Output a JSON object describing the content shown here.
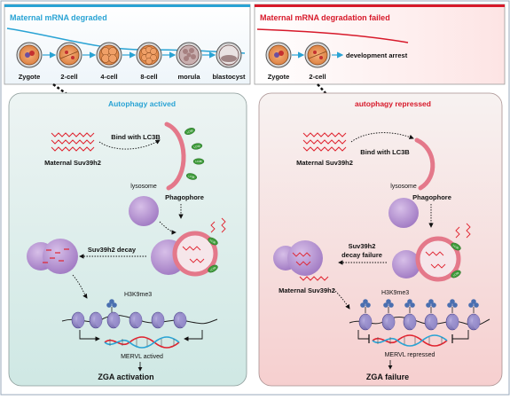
{
  "left_panel": {
    "header": "Maternal mRNA degraded",
    "stages": [
      "Zygote",
      "2-cell",
      "4-cell",
      "8-cell",
      "morula",
      "blastocyst"
    ],
    "box_title": "Autophagy actived",
    "rna_label": "Maternal Suv39h2",
    "bind_label": "Bind with LC3B",
    "lysosome_label": "lysosome",
    "phagophore_label": "Phagophore",
    "decay_label": "Suv39h2 decay",
    "h3k9_label": "H3K9me3",
    "merv_label": "MERVL actived",
    "result_label": "ZGA activation"
  },
  "right_panel": {
    "header": "Maternal mRNA degradation failed",
    "stages": [
      "Zygote",
      "2-cell"
    ],
    "arrest_label": "development arrest",
    "box_title": "autophagy repressed",
    "rna_label": "Maternal Suv39h2",
    "bind_label": "Bind with LC3B",
    "lysosome_label": "lysosome",
    "phagophore_label": "Phagophore",
    "decay_label_1": "Suv39h2",
    "decay_label_2": "decay failure",
    "rna_label_2": "Maternal Suv39h2",
    "h3k9_label": "H3K9me3",
    "merv_label": "MERVL repressed",
    "result_label": "ZGA failure"
  },
  "lc3b_tag": "LC3B",
  "colors": {
    "left_accent": "#29a3d4",
    "right_accent": "#d7192a",
    "rna_red": "#e0232f",
    "lysosome": "#b48fcf",
    "nucleosome": "#8b80c0",
    "lc3b_green": "#3e9b3a",
    "phagophore_pink": "#e4788a"
  }
}
